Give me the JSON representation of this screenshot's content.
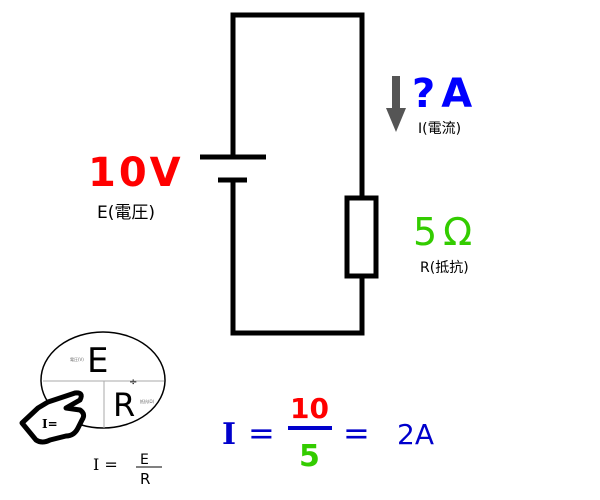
{
  "voltage": {
    "value": "10V",
    "label": "E(電圧)",
    "color": "#ff0000"
  },
  "current": {
    "value": "?A",
    "label": "I(電流)",
    "color": "#0000ff"
  },
  "resistance": {
    "value": "5Ω",
    "label": "R(抵抗)",
    "color": "#33cc00"
  },
  "mnemonic": {
    "top": "E",
    "bottom": "R",
    "divide": "÷",
    "top_note": "電圧(V)",
    "bottom_note": "抵抗(Ω)",
    "hand_text": "I=",
    "formula_lhs": "I =",
    "formula_num": "E",
    "formula_den": "R"
  },
  "equation": {
    "lhs": "I",
    "eq1": "=",
    "numerator": "10",
    "denominator": "5",
    "eq2": "=",
    "result": "2A"
  }
}
